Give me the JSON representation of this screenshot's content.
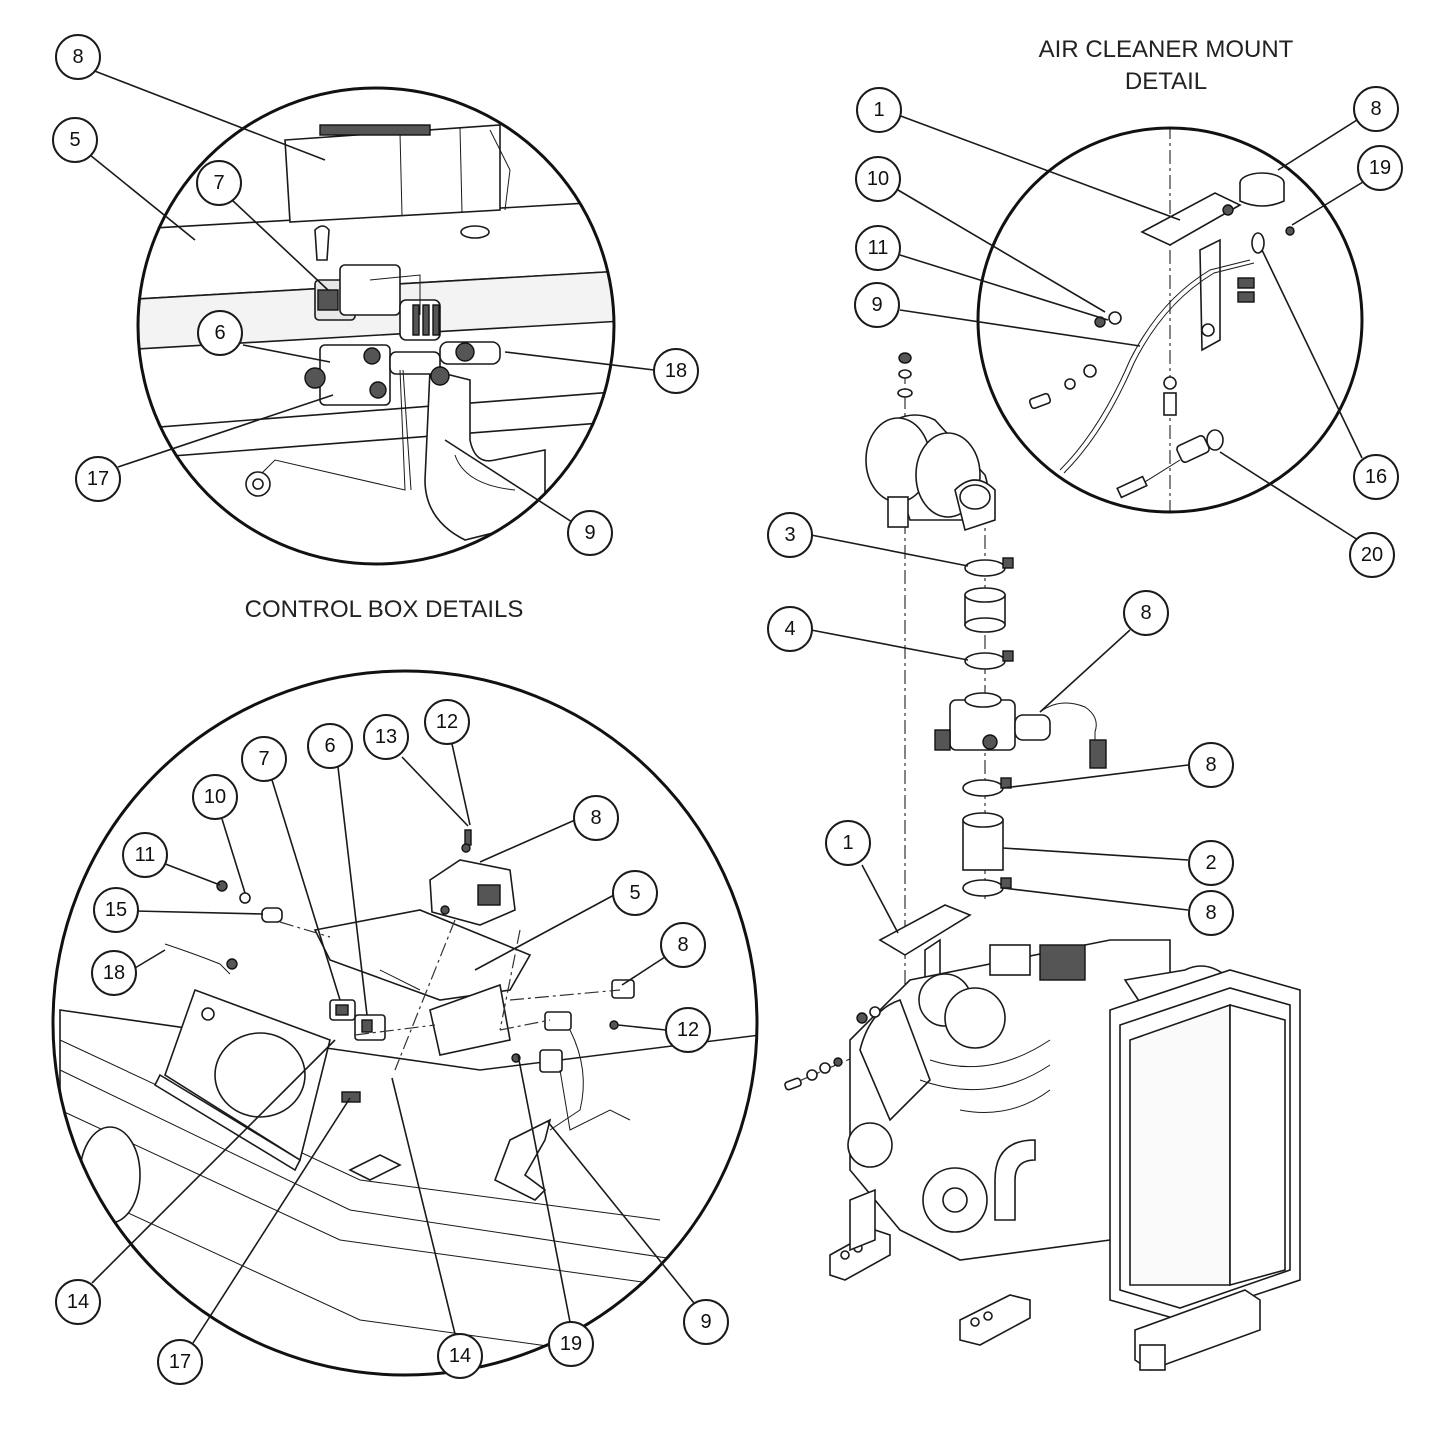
{
  "titles": {
    "air_cleaner_line1": "AIR CLEANER MOUNT",
    "air_cleaner_line2": "DETAIL",
    "control_box": "CONTROL BOX DETAILS"
  },
  "callouts": {
    "tl_8": "8",
    "tl_5": "5",
    "tl_7": "7",
    "tl_6": "6",
    "tl_18": "18",
    "tl_17": "17",
    "tl_9": "9",
    "ac_1": "1",
    "ac_10": "10",
    "ac_11": "11",
    "ac_9": "9",
    "ac_8": "8",
    "ac_19": "19",
    "ac_16": "16",
    "ac_20": "20",
    "eng_3": "3",
    "eng_4": "4",
    "eng_8a": "8",
    "eng_8b": "8",
    "eng_2": "2",
    "eng_8c": "8",
    "eng_1": "1",
    "cb_13": "13",
    "cb_12a": "12",
    "cb_7": "7",
    "cb_6": "6",
    "cb_10": "10",
    "cb_8a": "8",
    "cb_11": "11",
    "cb_15": "15",
    "cb_5": "5",
    "cb_18": "18",
    "cb_8b": "8",
    "cb_12b": "12",
    "cb_14a": "14",
    "cb_17": "17",
    "cb_14b": "14",
    "cb_19": "19",
    "cb_9": "9"
  }
}
